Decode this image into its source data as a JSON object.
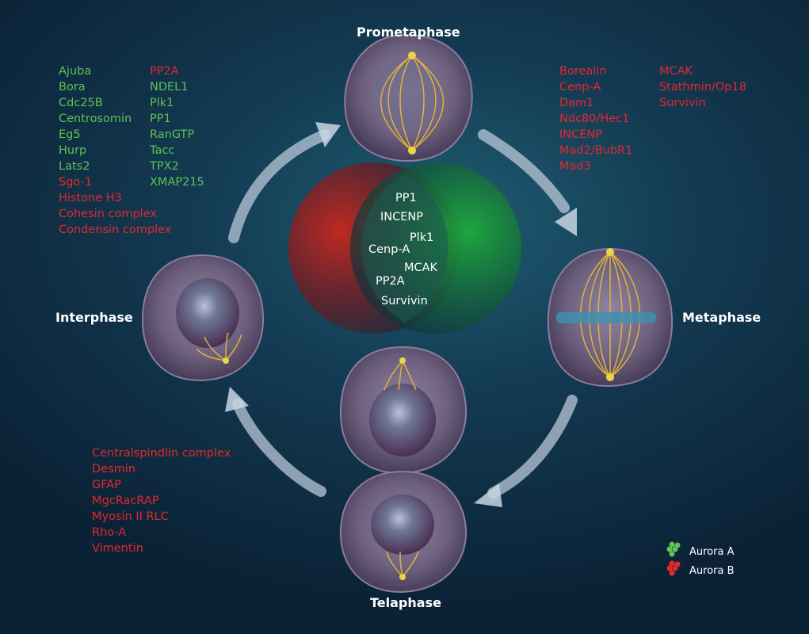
{
  "stages": {
    "prometaphase": "Prometaphase",
    "metaphase": "Metaphase",
    "telaphase": "Telaphase",
    "interphase": "Interphase"
  },
  "venn": {
    "left_color": "#c8281e",
    "right_color": "#1faa3c",
    "overlap_items": [
      "PP1",
      "INCENP",
      "Plk1",
      "Cenp-A",
      "MCAK",
      "PP2A",
      "Survivin"
    ]
  },
  "interphase_list_col1": [
    {
      "text": "Ajuba",
      "kinase": "A"
    },
    {
      "text": "Bora",
      "kinase": "A"
    },
    {
      "text": "Cdc25B",
      "kinase": "A"
    },
    {
      "text": "Centrosomin",
      "kinase": "A"
    },
    {
      "text": "Eg5",
      "kinase": "A"
    },
    {
      "text": "Hurp",
      "kinase": "A"
    },
    {
      "text": "Lats2",
      "kinase": "A"
    },
    {
      "text": "Sgo-1",
      "kinase": "B"
    },
    {
      "text": "Histone H3",
      "kinase": "B"
    },
    {
      "text": "Cohesin complex",
      "kinase": "B"
    },
    {
      "text": "Condensin complex",
      "kinase": "B"
    }
  ],
  "interphase_list_col2": [
    {
      "text": "PP2A",
      "kinase": "B"
    },
    {
      "text": "NDEL1",
      "kinase": "A"
    },
    {
      "text": "Plk1",
      "kinase": "A"
    },
    {
      "text": "PP1",
      "kinase": "A"
    },
    {
      "text": "RanGTP",
      "kinase": "A"
    },
    {
      "text": "Tacc",
      "kinase": "A"
    },
    {
      "text": "TPX2",
      "kinase": "A"
    },
    {
      "text": "XMAP215",
      "kinase": "A"
    }
  ],
  "metaphase_list_col1": [
    {
      "text": "Borealin",
      "kinase": "B"
    },
    {
      "text": "Cenp-A",
      "kinase": "B"
    },
    {
      "text": "Dam1",
      "kinase": "B"
    },
    {
      "text": "Ndc80/Hec1",
      "kinase": "B"
    },
    {
      "text": "INCENP",
      "kinase": "B"
    },
    {
      "text": "Mad2/BubR1",
      "kinase": "B"
    },
    {
      "text": "Mad3",
      "kinase": "B"
    }
  ],
  "metaphase_list_col2": [
    {
      "text": "MCAK",
      "kinase": "B"
    },
    {
      "text": "Stathmin/Op18",
      "kinase": "B"
    },
    {
      "text": "Survivin",
      "kinase": "B"
    }
  ],
  "cytokinesis_list": [
    {
      "text": "Centralspindlin complex",
      "kinase": "B"
    },
    {
      "text": "Desmin",
      "kinase": "B"
    },
    {
      "text": "GFAP",
      "kinase": "B"
    },
    {
      "text": "MgcRacRAP",
      "kinase": "B"
    },
    {
      "text": "Myosin II RLC",
      "kinase": "B"
    },
    {
      "text": "Rho-A",
      "kinase": "B"
    },
    {
      "text": "Vimentin",
      "kinase": "B"
    }
  ],
  "legend": [
    {
      "label": "Aurora A",
      "color": "#5fc254"
    },
    {
      "label": "Aurora B",
      "color": "#e3282d"
    }
  ]
}
